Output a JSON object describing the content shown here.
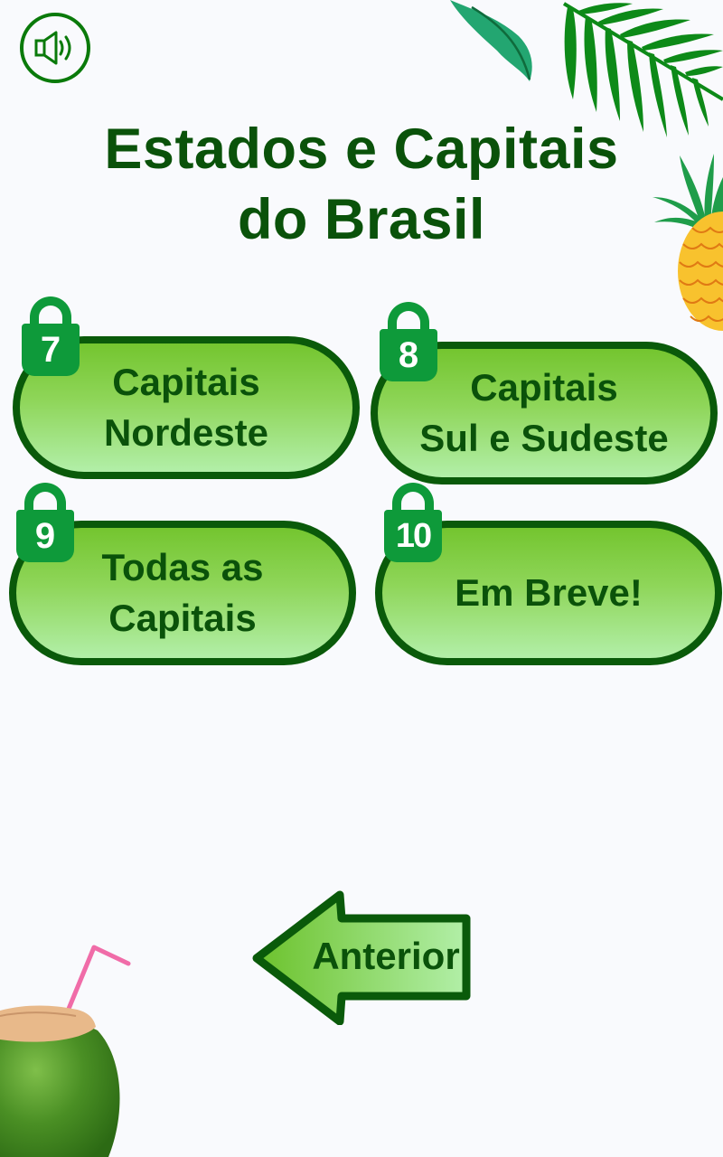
{
  "header": {
    "sound_icon": "speaker-volume-icon",
    "title_line1": "Estados e Capitais",
    "title_line2": "do Brasil"
  },
  "levels": [
    {
      "number": "7",
      "line1": "Capitais",
      "line2": "Nordeste",
      "locked": true,
      "lock_icon": "lock-icon"
    },
    {
      "number": "8",
      "line1": "Capitais",
      "line2": "Sul e Sudeste",
      "locked": true,
      "lock_icon": "lock-icon"
    },
    {
      "number": "9",
      "line1": "Todas as",
      "line2": "Capitais",
      "locked": true,
      "lock_icon": "lock-icon"
    },
    {
      "number": "10",
      "line1": "Em Breve!",
      "line2": "",
      "locked": true,
      "lock_icon": "lock-icon"
    }
  ],
  "navigation": {
    "previous_label": "Anterior",
    "previous_icon": "left-arrow-icon"
  },
  "decorations": [
    "banana-leaf",
    "palm-leaf",
    "pineapple",
    "coconut-with-straw"
  ],
  "colors": {
    "background": "#f9fafd",
    "title_text": "#0a520a",
    "button_border": "#0a5a0a",
    "button_gradient_top": "#74c52f",
    "button_gradient_bottom": "#b2efa8",
    "lock_badge": "#0e9a3a",
    "sound_icon": "#0a7a0a"
  }
}
